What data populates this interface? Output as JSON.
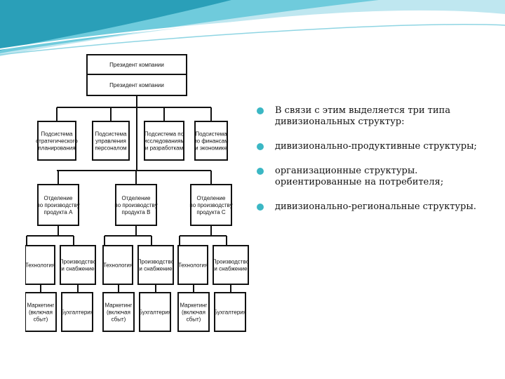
{
  "colors": {
    "accent": "#3bb7c4",
    "wave_light": "#bfe7f0",
    "wave_mid": "#6fcbdc",
    "wave_dark": "#2a9fb8",
    "text": "#111111"
  },
  "diagram": {
    "president_top": "Президент компании",
    "president": "Президент компании",
    "subsystems": [
      [
        "Подсистема",
        "стратегического",
        "планирования"
      ],
      [
        "Подсистема",
        "управления",
        "персоналом"
      ],
      [
        "Подсистема по",
        "исследованиям",
        "и разработкам"
      ],
      [
        "Подсистема",
        "по финансам",
        "и экономике"
      ]
    ],
    "divisions": [
      {
        "title": [
          "Отделение",
          "по производству",
          "продукта А"
        ],
        "technology": "Технология",
        "production": [
          "Производство",
          "и снабжение"
        ],
        "marketing": [
          "Маркетинг",
          "(включая",
          "сбыт)"
        ],
        "accounting": "Бухгалтерия"
      },
      {
        "title": [
          "Отделение",
          "по производству",
          "продукта В"
        ],
        "technology": "Технология",
        "production": [
          "Производство",
          "и снабжение"
        ],
        "marketing": [
          "Маркетинг",
          "(включая",
          "сбыт)"
        ],
        "accounting": "Бухгалтерия"
      },
      {
        "title": [
          "Отделение",
          "по производству",
          "продукта С"
        ],
        "technology": "Технология",
        "production": [
          "Производство",
          "и снабжение"
        ],
        "marketing": [
          "Маркетинг",
          "(включая",
          "сбыт)"
        ],
        "accounting": "Бухгалтерия"
      }
    ]
  },
  "bullets": [
    "В связи с этим выделяется три типа дивизиональных структур:",
    "дивизионально-продуктивные структуры;",
    "организационные структуры. ориентированные на потребителя;",
    "дивизионально-региональные структуры."
  ]
}
